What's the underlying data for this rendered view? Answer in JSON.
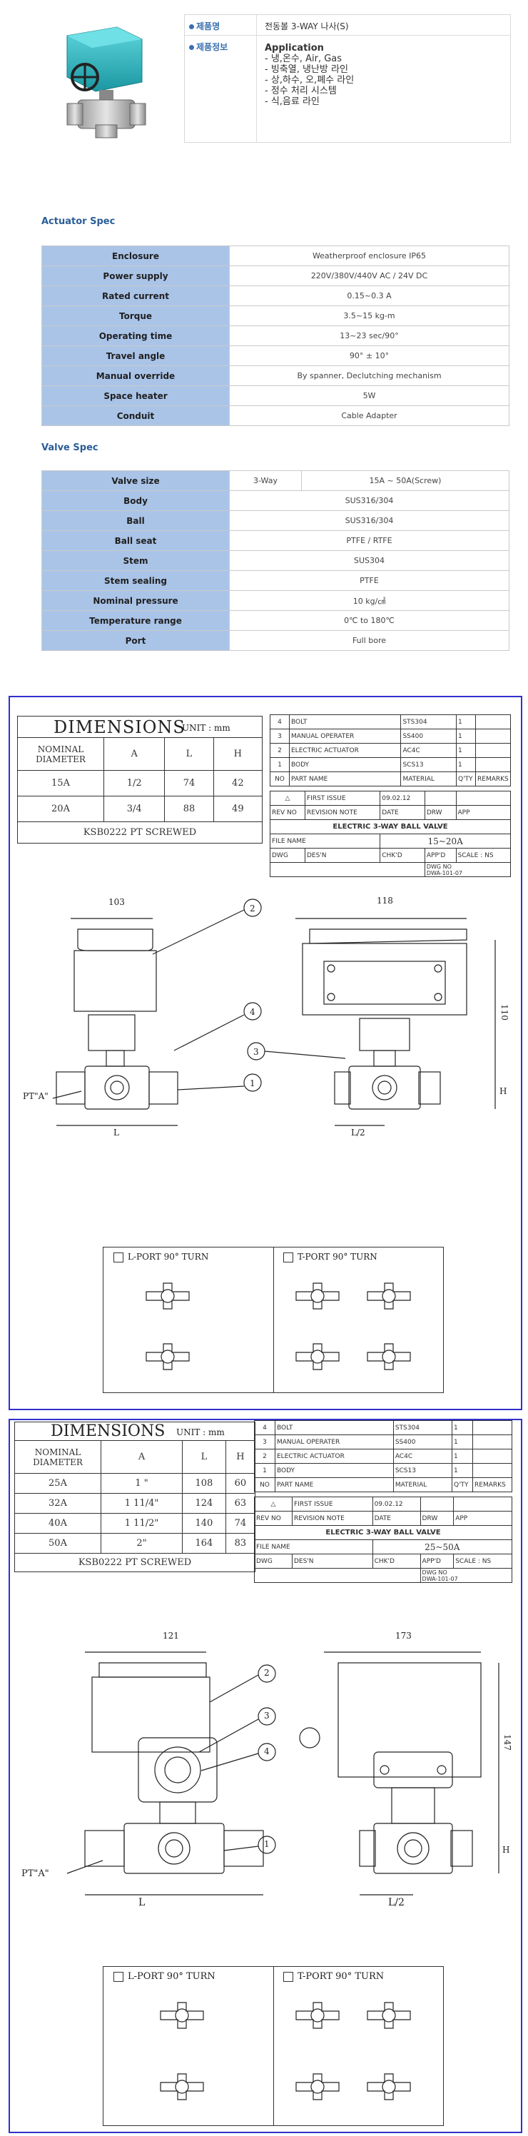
{
  "product": {
    "name_key": "제품명",
    "name_value": "전동볼 3-WAY  나사(S)",
    "info_key": "제품정보",
    "application_title": "Application",
    "application_lines": [
      "- 냉,온수, Air, Gas",
      "- 빙축열, 냉난방 라인",
      "- 상,하수, 오,폐수 라인",
      "- 정수 처리 시스템",
      "- 식,음료 라인"
    ]
  },
  "actuator": {
    "title": "Actuator Spec",
    "rows": [
      {
        "k": "Enclosure",
        "v": "Weatherproof enclosure IP65"
      },
      {
        "k": "Power supply",
        "v": "220V/380V/440V AC / 24V DC"
      },
      {
        "k": "Rated current",
        "v": "0.15~0.3 A"
      },
      {
        "k": "Torque",
        "v": "3.5~15 kg-m"
      },
      {
        "k": "Operating time",
        "v": "13~23 sec/90°"
      },
      {
        "k": "Travel angle",
        "v": "90° ± 10°"
      },
      {
        "k": "Manual override",
        "v": "By spanner, Declutching mechanism"
      },
      {
        "k": "Space heater",
        "v": "5W"
      },
      {
        "k": "Conduit",
        "v": "Cable Adapter"
      }
    ]
  },
  "valve": {
    "title": "Valve Spec",
    "size_key": "Valve size",
    "size_type": "3-Way",
    "size_value": "15A ~ 50A(Screw)",
    "rows": [
      {
        "k": "Body",
        "v": "SUS316/304"
      },
      {
        "k": "Ball",
        "v": "SUS316/304"
      },
      {
        "k": "Ball seat",
        "v": "PTFE / RTFE"
      },
      {
        "k": "Stem",
        "v": "SUS304"
      },
      {
        "k": "Stem sealing",
        "v": "PTFE"
      },
      {
        "k": "Nominal pressure",
        "v": "10 kg/㎠"
      },
      {
        "k": "Temperature range",
        "v": "0℃ to 180℃"
      },
      {
        "k": "Port",
        "v": "Full bore"
      }
    ]
  },
  "drawing1": {
    "dim_title": "DIMENSIONS",
    "dim_unit": "UNIT : mm",
    "dim_head": [
      "NOMINAL DIAMETER",
      "A",
      "L",
      "H"
    ],
    "dim_rows": [
      [
        "15A",
        "1/2",
        "74",
        "42"
      ],
      [
        "20A",
        "3/4",
        "88",
        "49"
      ]
    ],
    "dim_footer": "KSB0222 PT SCREWED",
    "parts": [
      [
        "4",
        "BOLT",
        "STS304",
        "1",
        ""
      ],
      [
        "3",
        "MANUAL OPERATER",
        "SS400",
        "1",
        ""
      ],
      [
        "2",
        "ELECTRIC ACTUATOR",
        "AC4C",
        "1",
        ""
      ],
      [
        "1",
        "BODY",
        "SCS13",
        "1",
        ""
      ]
    ],
    "parts_head": [
      "NO",
      "PART NAME",
      "MATERIAL",
      "Q'TY",
      "REMARKS"
    ],
    "issue_label": "FIRST    ISSUE",
    "issue_date": "09.02.12",
    "rev_head": [
      "REV NO",
      "REVISION   NOTE",
      "DATE",
      "DRW",
      "APP"
    ],
    "dwg_title": "ELECTRIC 3-WAY BALL VALVE",
    "file_label": "FILE NAME",
    "file_value": "15~20A",
    "sign_head": [
      "DWG",
      "DES'N",
      "CHK'D",
      "APP'D",
      "SCALE : NS"
    ],
    "dwg_no_label": "DWG     NO",
    "dwg_no": "DWA-101-07",
    "dim_top": "103",
    "dim_top2": "118",
    "dim_side": "110",
    "dim_h": "H",
    "dim_l": "L",
    "dim_l2": "L/2",
    "pt_label": "PT\"A\"",
    "balloons": [
      "2",
      "4",
      "3",
      "1"
    ],
    "lport": "L-PORT   90° TURN",
    "tport": "T-PORT   90° TURN"
  },
  "drawing2": {
    "dim_title": "DIMENSIONS",
    "dim_unit": "UNIT : mm",
    "dim_head": [
      "NOMINAL DIAMETER",
      "A",
      "L",
      "H"
    ],
    "dim_rows": [
      [
        "25A",
        "1 \"",
        "108",
        "60"
      ],
      [
        "32A",
        "1 11/4\"",
        "124",
        "63"
      ],
      [
        "40A",
        "1 11/2\"",
        "140",
        "74"
      ],
      [
        "50A",
        "2\"",
        "164",
        "83"
      ]
    ],
    "dim_footer": "KSB0222 PT SCREWED",
    "parts": [
      [
        "4",
        "BOLT",
        "STS304",
        "1",
        ""
      ],
      [
        "3",
        "MANUAL OPERATER",
        "SS400",
        "1",
        ""
      ],
      [
        "2",
        "ELECTRIC ACTUATOR",
        "AC4C",
        "1",
        ""
      ],
      [
        "1",
        "BODY",
        "SCS13",
        "1",
        ""
      ]
    ],
    "parts_head": [
      "NO",
      "PART NAME",
      "MATERIAL",
      "Q'TY",
      "REMARKS"
    ],
    "issue_label": "FIRST    ISSUE",
    "issue_date": "09.02.12",
    "rev_head": [
      "REV NO",
      "REVISION   NOTE",
      "DATE",
      "DRW",
      "APP"
    ],
    "dwg_title": "ELECTRIC  3-WAY  BALL  VALVE",
    "file_label": "FILE NAME",
    "file_value": "25~50A",
    "sign_head": [
      "DWG",
      "DES'N",
      "CHK'D",
      "APP'D",
      "SCALE : NS"
    ],
    "dwg_no_label": "DWG     NO",
    "dwg_no": "DWA-101-07",
    "dim_top": "121",
    "dim_top2": "173",
    "dim_side": "147",
    "dim_h": "H",
    "dim_l": "L",
    "dim_l2": "L/2",
    "pt_label": "PT\"A\"",
    "balloons": [
      "2",
      "3",
      "4",
      "1"
    ],
    "lport": "L-PORT   90° TURN",
    "tport": "T-PORT   90° TURN"
  },
  "colors": {
    "frame": "#3030cc",
    "spec_key": "#aac4e8",
    "title_blue": "#2b5d97",
    "actuator_teal": "#2fb7c0"
  }
}
